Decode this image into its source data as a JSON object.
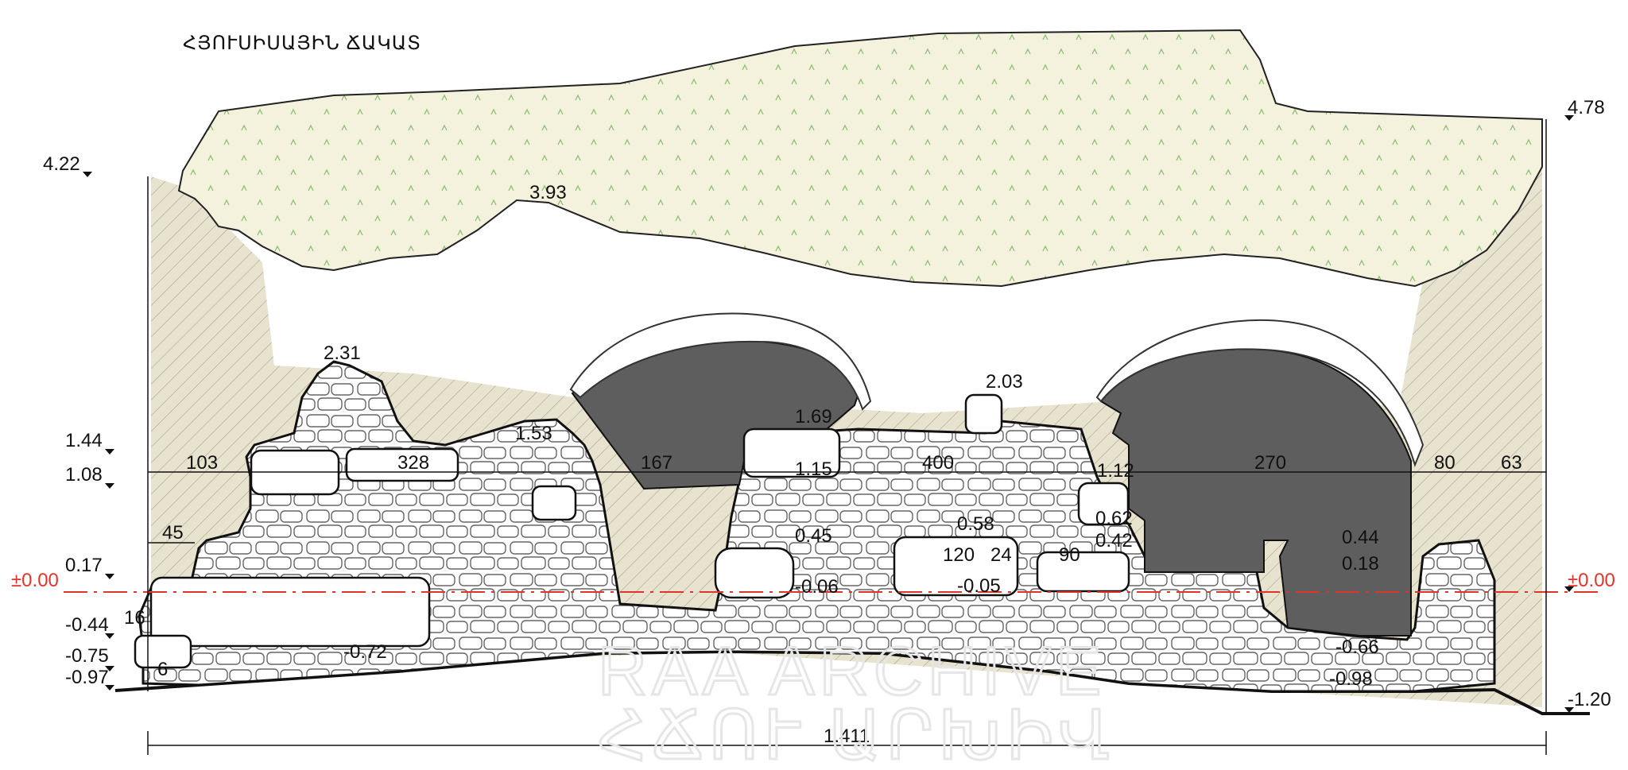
{
  "title": "ՀՅՈՒՍԻՍԱՅԻՆ ՃԱԿԱՏ",
  "zero_label": "±0.00",
  "zero_label_right": "±0.00",
  "levels_left": [
    "4.22",
    "1.44",
    "1.08",
    "0.17",
    "-0.44",
    "-0.75",
    "-0.97"
  ],
  "level_right_top": "4.78",
  "level_right_bottom": "-1.20",
  "spot_levels": {
    "l393": "3.93",
    "l231": "2.31",
    "l203": "2.03",
    "l169": "1.69",
    "l153": "1.53",
    "l115": "1.15",
    "l112": "1.12",
    "l062": "0.62",
    "l058": "0.58",
    "l045": "0.45",
    "l042": "0.42",
    "l044": "0.44",
    "l018": "0.18",
    "m006": "-0.06",
    "m005": "-0.05",
    "m072": "-0.72",
    "m066": "-0.66",
    "m098": "-0.98"
  },
  "dimensions": {
    "d103": "103",
    "d328": "328",
    "d167": "167",
    "d400": "400",
    "d270": "270",
    "d80": "80",
    "d63": "63",
    "d45": "45",
    "d16": "16",
    "d6": "6",
    "d120": "120",
    "d24": "24",
    "d90": "90",
    "total": "1.411"
  },
  "watermark": {
    "line1": "RAA ARCHIVE",
    "line2": "ՀՃՈՒ ԱՐԽԻՎ"
  },
  "colors": {
    "soil_top": "#f3f0dc",
    "soil_hatch": "#ded8c2",
    "arch_fill": "#5e5e5e",
    "stone": "#ffffff",
    "red_line": "#e0352b"
  }
}
